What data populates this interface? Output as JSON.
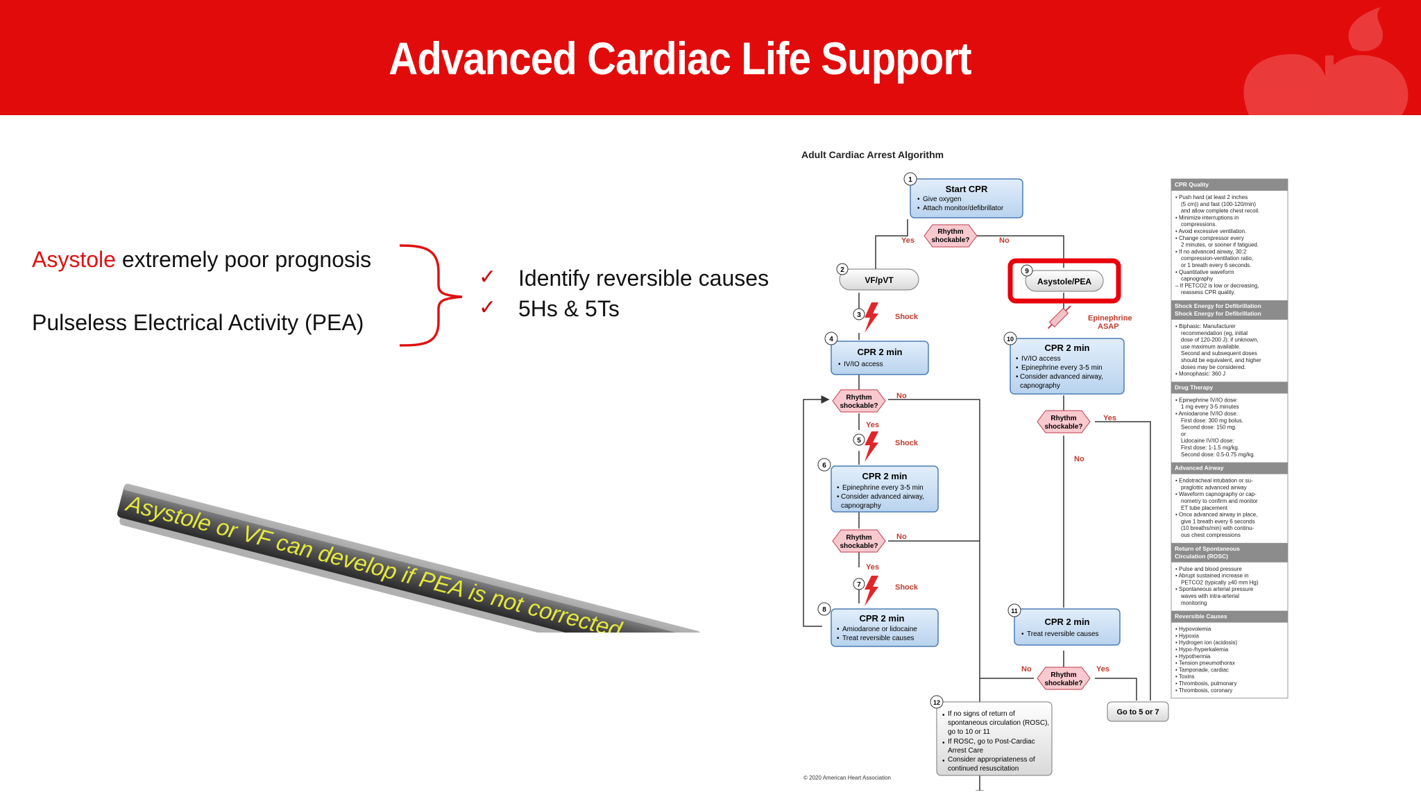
{
  "header": {
    "title": "Advanced Cardiac Life Support",
    "color": "#e20b0b",
    "logo_icon": "heart-torch-logo"
  },
  "left": {
    "line1_red": "Asystole",
    "line1_rest": " extremely poor prognosis",
    "line2": "Pulseless Electrical Activity (PEA)",
    "checks": [
      "Identify reversible causes",
      "5Hs & 5Ts"
    ],
    "check_icon": "checkmark-icon",
    "banner": "Asystole or VF can develop if PEA is not corrected"
  },
  "algorithm": {
    "title": "Adult Cardiac Arrest Algorithm",
    "copyright": "© 2020 American Heart Association",
    "yes": "Yes",
    "no": "No",
    "shock": "Shock",
    "rhythm_shockable": "Rhythm shockable?",
    "steps": {
      "s1": {
        "num": "1",
        "title": "Start CPR",
        "items": [
          "Give oxygen",
          "Attach monitor/defibrillator"
        ]
      },
      "s2": {
        "num": "2",
        "title": "VF/pVT"
      },
      "s3": {
        "num": "3"
      },
      "s4": {
        "num": "4",
        "title": "CPR 2 min",
        "items": [
          "IV/IO access"
        ]
      },
      "s5": {
        "num": "5"
      },
      "s6": {
        "num": "6",
        "title": "CPR 2 min",
        "items": [
          "Epinephrine every 3-5 min",
          "Consider advanced airway, capnography"
        ]
      },
      "s7": {
        "num": "7"
      },
      "s8": {
        "num": "8",
        "title": "CPR 2 min",
        "items": [
          "Amiodarone or lidocaine",
          "Treat reversible causes"
        ]
      },
      "s9": {
        "num": "9",
        "title": "Asystole/PEA",
        "epi": "Epinephrine ASAP"
      },
      "s10": {
        "num": "10",
        "title": "CPR 2 min",
        "items": [
          "IV/IO access",
          "Epinephrine every 3-5 min",
          "Consider advanced airway, capnography"
        ]
      },
      "s11": {
        "num": "11",
        "title": "CPR 2 min",
        "items": [
          "Treat reversible causes"
        ]
      },
      "s12": {
        "num": "12",
        "items": [
          "If no signs of return of spontaneous circulation (ROSC), go to 10 or 11",
          "If ROSC, go to Post-Cardiac Arrest Care",
          "Consider appropriateness of continued resuscitation"
        ]
      },
      "goto": "Go to 5 or 7"
    },
    "highlight_color": "#e8000b",
    "sidebar": [
      {
        "header": "CPR Quality",
        "lines": [
          "• Push hard (at least 2 inches",
          "(5 cm)) and fast (100-120/min)",
          "and allow complete chest recoil.",
          "• Minimize interruptions in",
          "compressions.",
          "• Avoid excessive ventilation.",
          "• Change compressor every",
          "2 minutes, or sooner if fatigued.",
          "• If no advanced airway, 30:2",
          "compression-ventilation ratio,",
          "or 1 breath every 6 seconds.",
          "• Quantitative waveform",
          "capnography",
          "– If PETCO2 is low or decreasing,",
          "reassess CPR quality."
        ]
      },
      {
        "header": "Shock Energy for Defibrillation",
        "lines": [
          "• Biphasic: Manufacturer",
          "recommendation (eg, initial",
          "dose of 120-200 J); if unknown,",
          "use maximum available.",
          "Second and subsequent doses",
          "should be equivalent, and higher",
          "doses may be considered.",
          "• Monophasic: 360 J"
        ]
      },
      {
        "header": "Drug Therapy",
        "lines": [
          "• Epinephrine IV/IO dose:",
          "1 mg every 3-5 minutes",
          "• Amiodarone IV/IO dose:",
          "First dose: 300 mg bolus.",
          "Second dose: 150 mg.",
          "or",
          "Lidocaine IV/IO dose:",
          "First dose: 1-1.5 mg/kg.",
          "Second dose: 0.5-0.75 mg/kg."
        ]
      },
      {
        "header": "Advanced Airway",
        "lines": [
          "• Endotracheal intubation or su-",
          "praglottic advanced airway",
          "• Waveform capnography or cap-",
          "nometry to confirm and monitor",
          "ET tube placement",
          "• Once advanced airway in place,",
          "give 1 breath every 6 seconds",
          "(10 breaths/min) with continu-",
          "ous chest compressions"
        ]
      },
      {
        "header": "Return of Spontaneous Circulation (ROSC)",
        "lines": [
          "• Pulse and blood pressure",
          "• Abrupt sustained increase in",
          "PETCO2 (typically ≥40 mm Hg)",
          "• Spontaneous arterial pressure",
          "waves with intra-arterial",
          "monitoring"
        ]
      },
      {
        "header": "Reversible Causes",
        "lines": [
          "• Hypovolemia",
          "• Hypoxia",
          "• Hydrogen ion (acidosis)",
          "• Hypo-/hyperkalemia",
          "• Hypothermia",
          "• Tension pneumothorax",
          "• Tamponade, cardiac",
          "• Toxins",
          "• Thrombosis, pulmonary",
          "• Thrombosis, coronary"
        ]
      }
    ]
  }
}
